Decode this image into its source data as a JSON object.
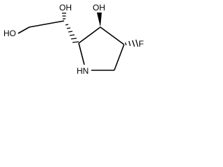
{
  "molecule": {
    "atoms": {
      "oh_top": "OH",
      "oh_left": "HO",
      "oh_ring": "OH",
      "fluorine": "F",
      "nh": "HN"
    },
    "colors": {
      "ink": "#000000",
      "background": "#ffffff"
    }
  }
}
